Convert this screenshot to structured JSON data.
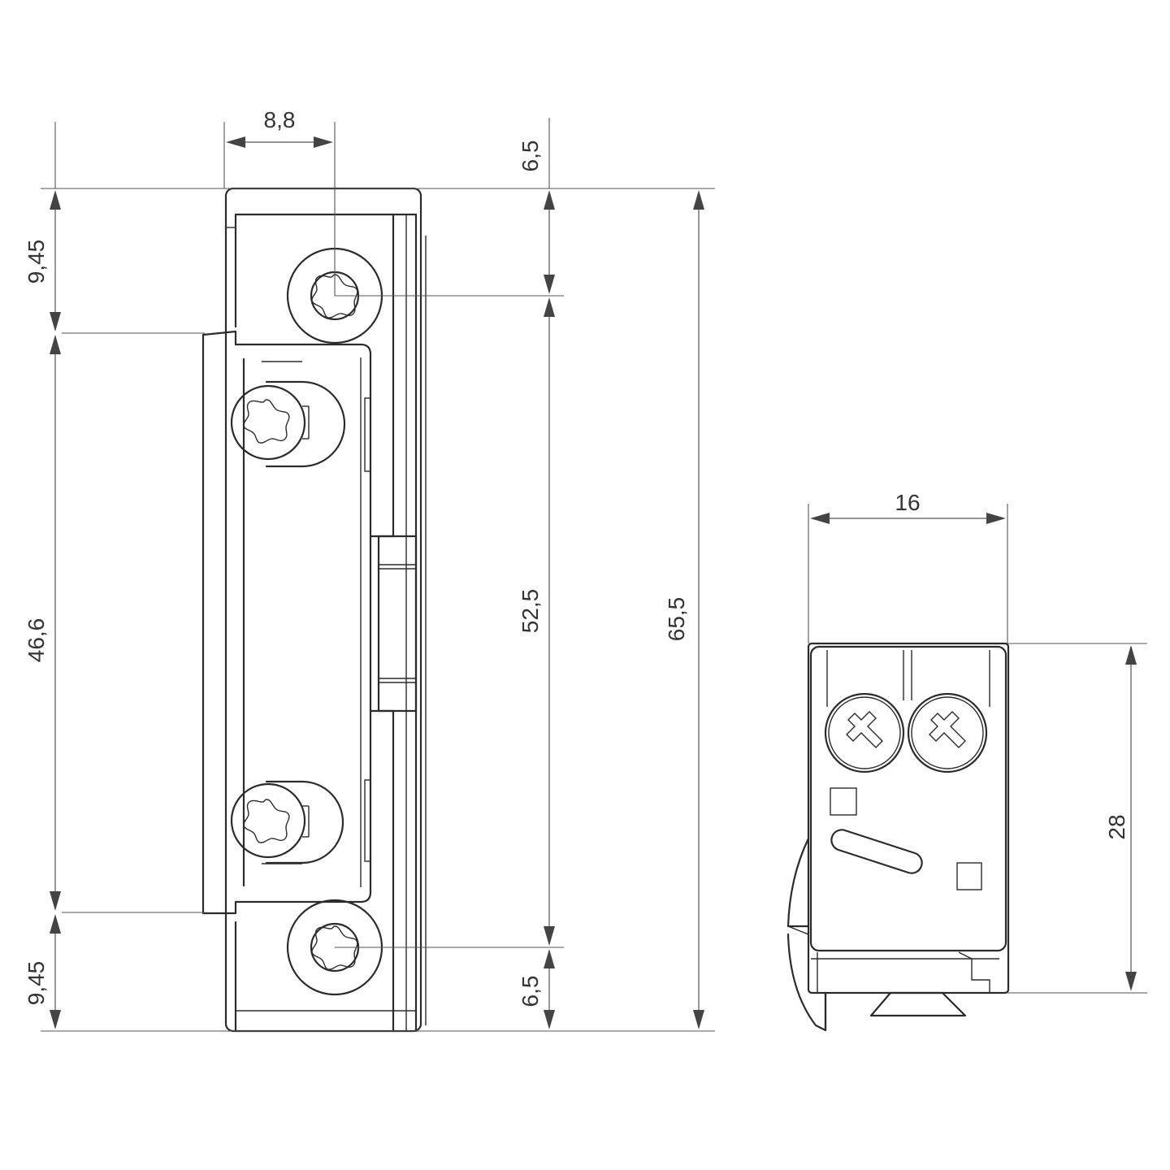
{
  "drawing": {
    "front_view": {
      "dimensions": {
        "screw_offset": "8,8",
        "top_face": "6,5",
        "top_section": "9,45",
        "keeper_height": "46,6",
        "bottom_section": "9,45",
        "bottom_face": "6,5",
        "screw_spacing": "52,5",
        "overall_height": "65,5"
      }
    },
    "side_view": {
      "dimensions": {
        "width": "16",
        "height": "28"
      }
    }
  }
}
